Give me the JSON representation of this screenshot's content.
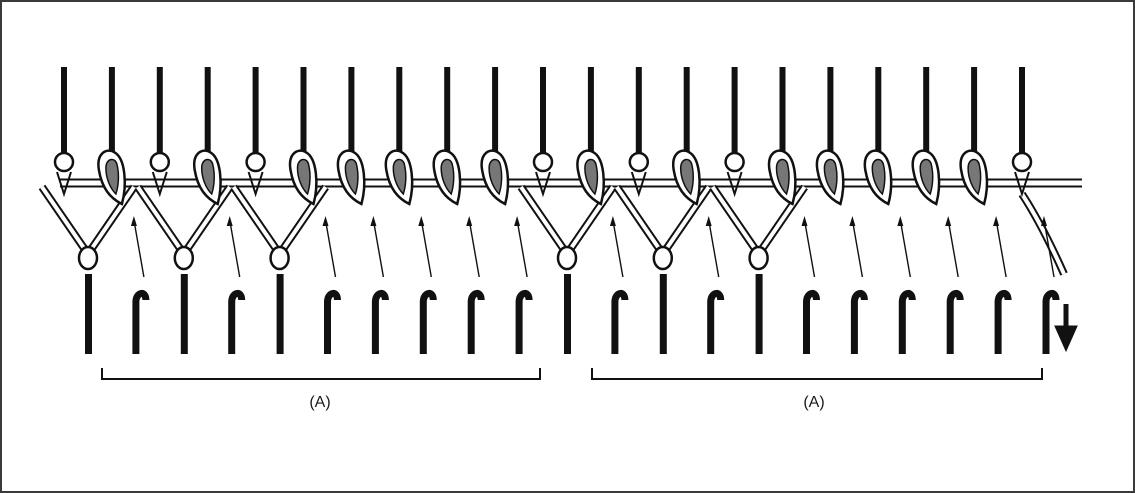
{
  "diagram": {
    "description_none": "",
    "groups": [
      {
        "label": "(A)"
      },
      {
        "label": "(A)"
      }
    ],
    "colors": {
      "ink": "#111111",
      "loop_fill": "#777777",
      "yarn": "#ffffff",
      "background": "#ffffff",
      "frame": "#3a3a3a"
    },
    "upper_needle_loop_types": [
      "open",
      "held",
      "open",
      "held",
      "open",
      "held",
      "held",
      "held",
      "held",
      "held",
      "open",
      "held",
      "open",
      "held",
      "open",
      "held",
      "held",
      "held",
      "held",
      "held",
      "open"
    ],
    "lower_bed_pattern": [
      "bar",
      "hook",
      "bar",
      "hook",
      "bar",
      "hook",
      "hook",
      "hook",
      "hook",
      "hook",
      "bar",
      "hook",
      "bar",
      "hook",
      "bar",
      "hook",
      "hook",
      "hook",
      "hook",
      "hook",
      "arrow"
    ]
  }
}
